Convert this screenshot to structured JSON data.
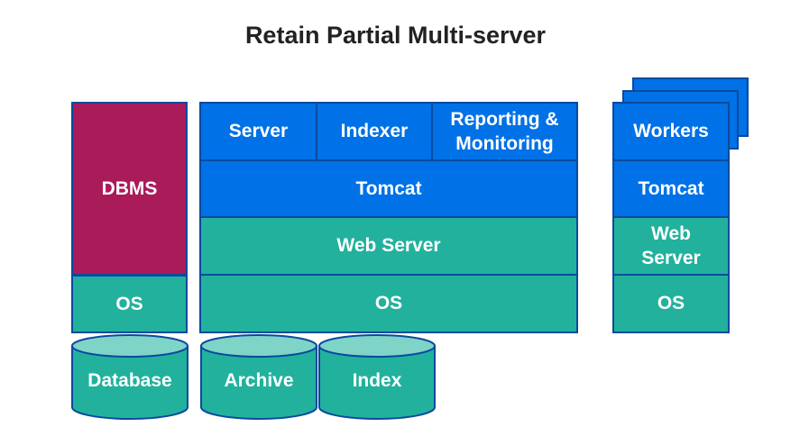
{
  "title": "Retain Partial Multi-server",
  "colors": {
    "blue": "#0071e6",
    "teal": "#22b19d",
    "maroon": "#aa1b5a",
    "border": "#0a4a9e",
    "cylinder_top": "#7fd4c8"
  },
  "dbms_column": {
    "dbms": "DBMS",
    "os": "OS"
  },
  "main_column": {
    "server": "Server",
    "indexer": "Indexer",
    "reporting": "Reporting & Monitoring",
    "tomcat": "Tomcat",
    "web_server": "Web Server",
    "os": "OS"
  },
  "workers_column": {
    "workers": "Workers",
    "tomcat": "Tomcat",
    "web_server": "Web Server",
    "os": "OS"
  },
  "storage": {
    "database": "Database",
    "archive": "Archive",
    "index": "Index"
  }
}
